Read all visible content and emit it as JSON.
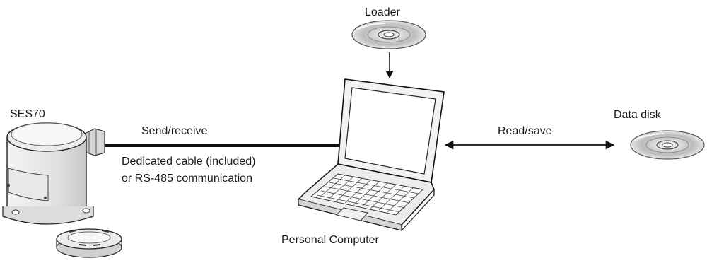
{
  "labels": {
    "loader": "Loader",
    "device": "SES70",
    "send_receive": "Send/receive",
    "cable_line1": "Dedicated cable (included)",
    "cable_line2": "or RS-485 communication",
    "computer": "Personal Computer",
    "read_save": "Read/save",
    "data_disk": "Data disk"
  },
  "icons": {
    "device": "ses70-device-icon",
    "cap": "device-cap-icon",
    "laptop": "laptop-icon",
    "loader_disc": "cd-disc-icon",
    "data_disc": "cd-disc-icon"
  }
}
